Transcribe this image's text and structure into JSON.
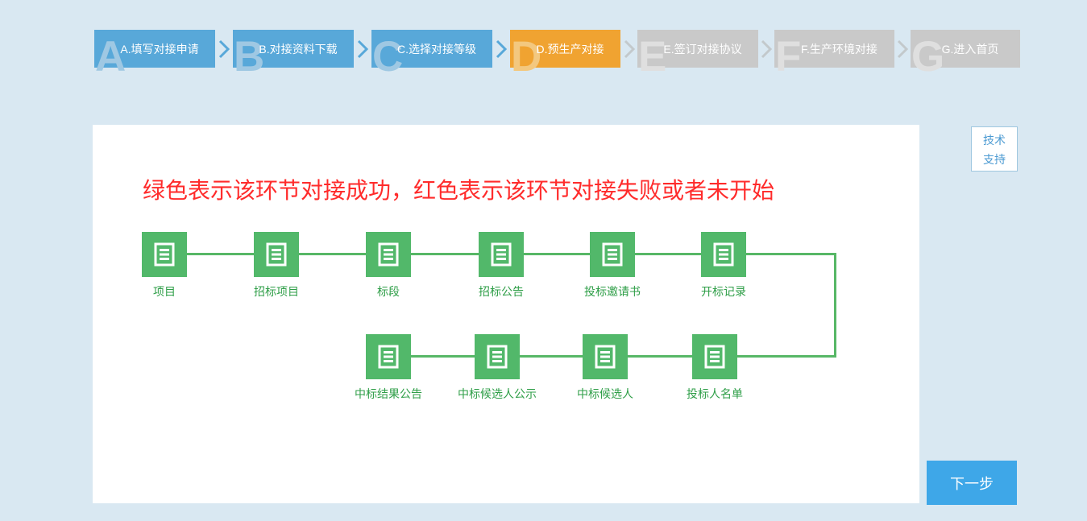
{
  "wizard": {
    "steps": [
      {
        "letter": "A",
        "label": "A.填写对接申请",
        "state": "done"
      },
      {
        "letter": "B",
        "label": "B.对接资料下载",
        "state": "done"
      },
      {
        "letter": "C",
        "label": "C.选择对接等级",
        "state": "done"
      },
      {
        "letter": "D",
        "label": "D.预生产对接",
        "state": "current"
      },
      {
        "letter": "E",
        "label": "E.签订对接协议",
        "state": "pending"
      },
      {
        "letter": "F",
        "label": "F.生产环境对接",
        "state": "pending"
      },
      {
        "letter": "G",
        "label": "G.进入首页",
        "state": "pending"
      }
    ],
    "state_colors": {
      "done": "#58a8d9",
      "current": "#f0a331",
      "pending": "#c9c9c9"
    }
  },
  "main": {
    "legend_text": "绿色表示该环节对接成功，红色表示该环节对接失败或者未开始",
    "legend_color": "#ff2b2b",
    "flow": {
      "row1": [
        "项目",
        "招标项目",
        "标段",
        "招标公告",
        "投标邀请书",
        "开标记录"
      ],
      "row2": [
        "中标结果公告",
        "中标候选人公示",
        "中标候选人",
        "投标人名单"
      ],
      "node_color": "#52b86a",
      "line_color": "#57b766",
      "label_color": "#2e9e47"
    }
  },
  "side": {
    "tech_support_lines": [
      "技术",
      "支持"
    ]
  },
  "footer": {
    "next_label": "下一步"
  },
  "icons": {
    "node": "document-icon",
    "separator": "chevron-right-icon"
  }
}
